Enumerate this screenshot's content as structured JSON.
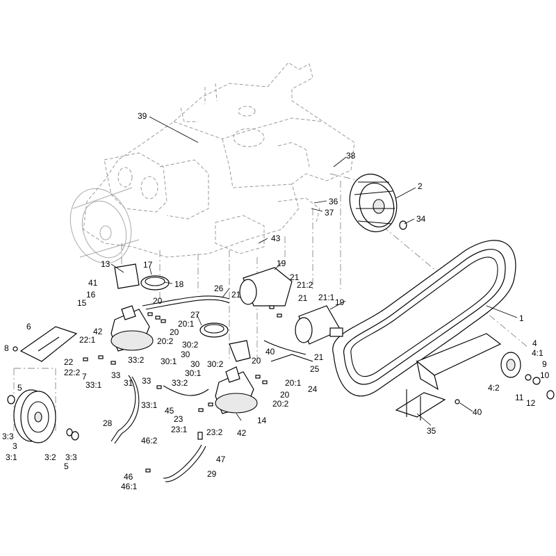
{
  "callouts": {
    "c1": "1",
    "c2": "2",
    "c3": "3",
    "c3_1": "3:1",
    "c3_2": "3:2",
    "c3_3a": "3:3",
    "c3_3b": "3:3",
    "c4": "4",
    "c4_1": "4:1",
    "c4_2": "4:2",
    "c5a": "5",
    "c5b": "5",
    "c6": "6",
    "c7": "7",
    "c8": "8",
    "c9": "9",
    "c10": "10",
    "c11": "11",
    "c12": "12",
    "c13": "13",
    "c14": "14",
    "c15": "15",
    "c16": "16",
    "c17": "17",
    "c18": "18",
    "c19a": "19",
    "c19b": "19",
    "c20a": "20",
    "c20b": "20",
    "c20c": "20",
    "c20_1a": "20:1",
    "c20_1b": "20:1",
    "c20_2a": "20:2",
    "c20_2b": "20:2",
    "c21a": "21",
    "c21b": "21",
    "c21c": "21",
    "c21d": "21",
    "c21_1": "21:1",
    "c21_2": "21:2",
    "c22": "22",
    "c22_1": "22:1",
    "c22_2": "22:2",
    "c23": "23",
    "c23_1": "23:1",
    "c23_2": "23:2",
    "c24": "24",
    "c25": "25",
    "c26": "26",
    "c27": "27",
    "c28": "28",
    "c29": "29",
    "c30a": "30",
    "c30b": "30",
    "c30_1a": "30:1",
    "c30_1b": "30:1",
    "c30_2a": "30:2",
    "c30_2b": "30:2",
    "c31": "31",
    "c33a": "33",
    "c33b": "33",
    "c33_1a": "33:1",
    "c33_1b": "33:1",
    "c33_2a": "33:2",
    "c33_2b": "33:2",
    "c34": "34",
    "c35": "35",
    "c36": "36",
    "c37": "37",
    "c38": "38",
    "c39": "39",
    "c40a": "40",
    "c40b": "40",
    "c41": "41",
    "c42a": "42",
    "c42b": "42",
    "c43": "43",
    "c45": "45",
    "c46": "46",
    "c46_1": "46:1",
    "c46_2": "46:2",
    "c47": "47"
  }
}
